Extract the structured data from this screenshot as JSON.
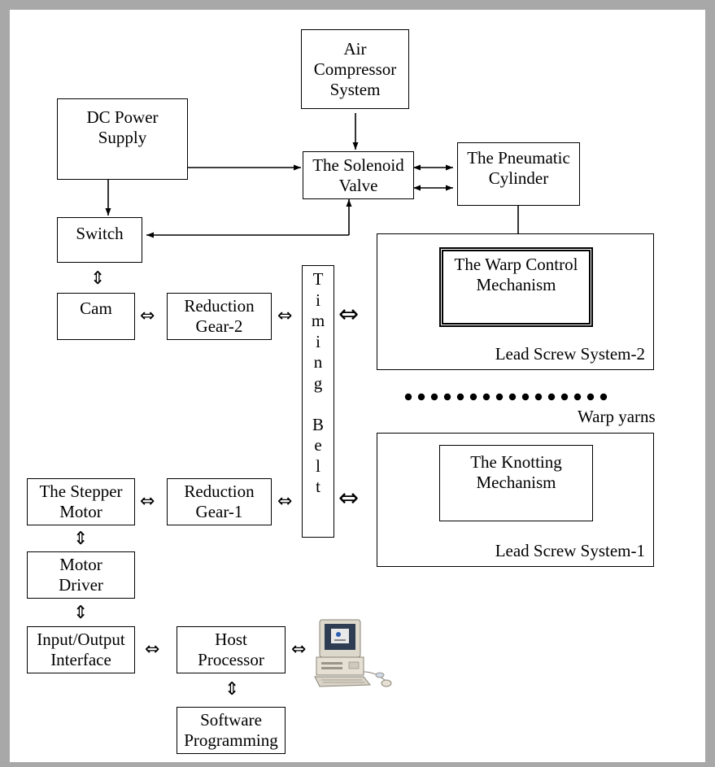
{
  "boxes": {
    "air_compressor": "Air\nCompressor\nSystem",
    "dc_power": "DC Power\nSupply",
    "solenoid_valve": "The Solenoid\nValve",
    "pneumatic_cylinder": "The Pneumatic\nCylinder",
    "switch": "Switch",
    "cam": "Cam",
    "reduction_gear_2": "Reduction\nGear-2",
    "warp_control": "The Warp Control\nMechanism",
    "lead_screw_2": "Lead Screw System-2",
    "knotting": "The Knotting\nMechanism",
    "lead_screw_1": "Lead Screw System-1",
    "stepper_motor": "The Stepper\nMotor",
    "reduction_gear_1": "Reduction\nGear-1",
    "motor_driver": "Motor\nDriver",
    "io_interface": "Input/Output\nInterface",
    "host_processor": "Host\nProcessor",
    "software": "Software\nProgramming"
  },
  "timing_belt": [
    "T",
    "i",
    "m",
    "i",
    "n",
    "g",
    "",
    "B",
    "e",
    "l",
    "t"
  ],
  "labels": {
    "warp_yarns": "Warp yarns"
  },
  "icons": {
    "computer": "computer-icon",
    "double_arrow": "⇔",
    "vertical_double_arrow": "⇕"
  },
  "colors": {
    "frame_border": "#a8a8a8",
    "ink": "#000000"
  }
}
